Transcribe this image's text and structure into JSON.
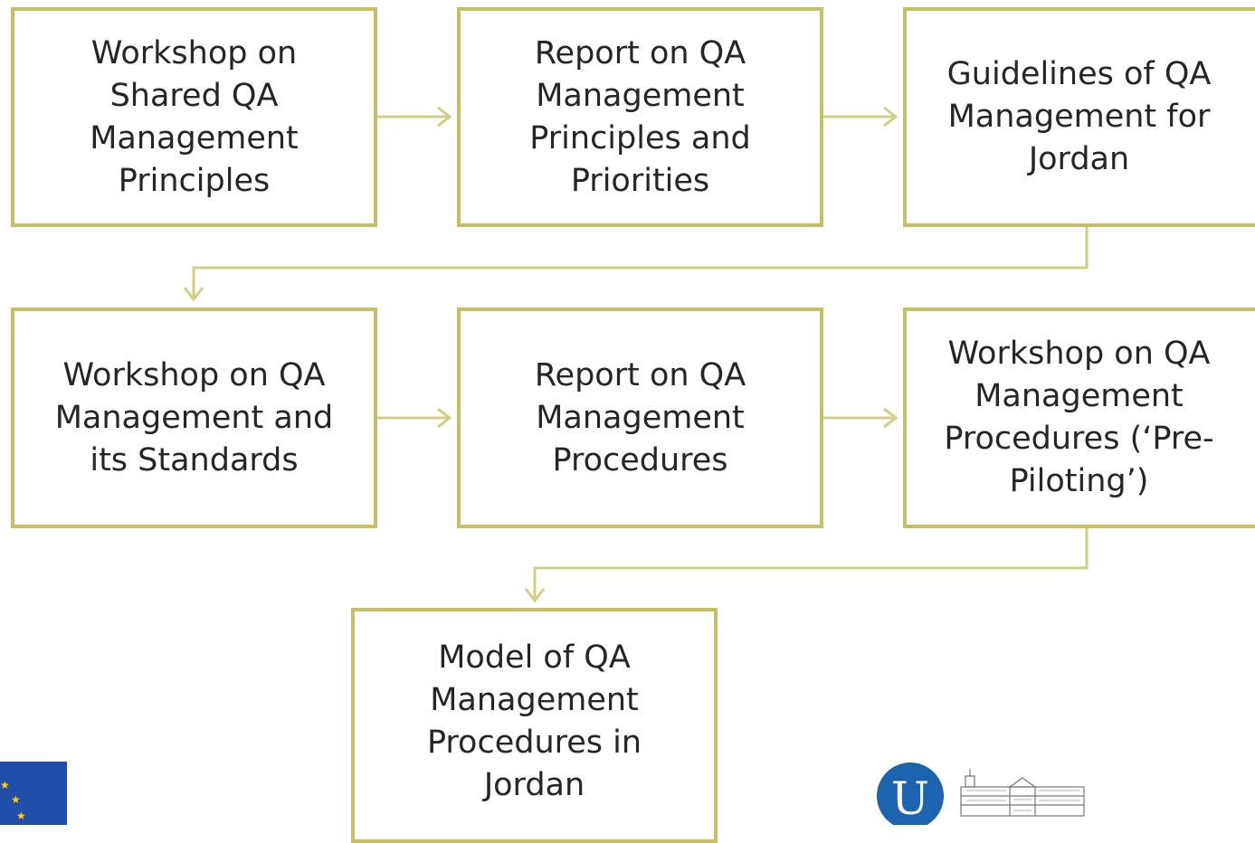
{
  "boxes": [
    {
      "id": "b1",
      "text": "Workshop on Shared QA Management Principles"
    },
    {
      "id": "b2",
      "text": "Report on QA Management Principles and Priorities"
    },
    {
      "id": "b3",
      "text": "Guidelines of QA Management for Jordan"
    },
    {
      "id": "b4",
      "text": "Workshop on QA Management and its Standards"
    },
    {
      "id": "b5",
      "text": "Report on QA Management Procedures"
    },
    {
      "id": "b6",
      "text": "Workshop on QA Management Procedures (‘Pre-Piloting’)"
    },
    {
      "id": "b7",
      "text": "Model of QA Management Procedures in Jordan"
    }
  ],
  "logos": {
    "university_letter": "U"
  },
  "colors": {
    "box_border": "#c6bf66",
    "connector": "#d3cd85",
    "text": "#262626",
    "eu_blue": "#1f4fa8",
    "eu_star": "#ffd400",
    "uni_blue": "#1c64b0"
  }
}
